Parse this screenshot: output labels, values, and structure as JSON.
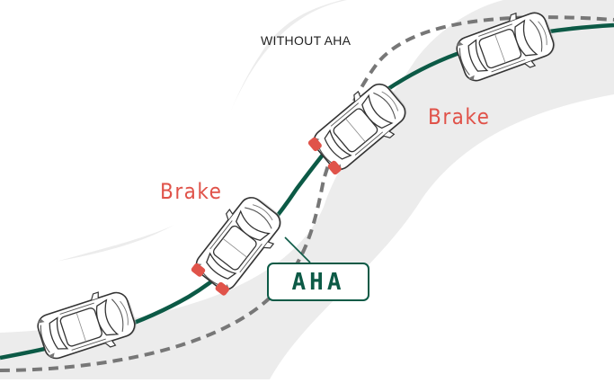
{
  "title": "WITHOUT AHA",
  "labels": {
    "brake_1": "Brake",
    "brake_2": "Brake",
    "aha": "AHA"
  },
  "colors": {
    "road": "#ececec",
    "background": "#ffffff",
    "path": "#0c5a46",
    "dashed_path": "#777777",
    "brake_light": "#e0534a",
    "car_body": "#ffffff",
    "car_outline": "#333333"
  },
  "cars": [
    {
      "id": "car-1",
      "braking": false
    },
    {
      "id": "car-2",
      "braking": true
    },
    {
      "id": "car-3",
      "braking": true
    },
    {
      "id": "car-4",
      "braking": false
    }
  ]
}
